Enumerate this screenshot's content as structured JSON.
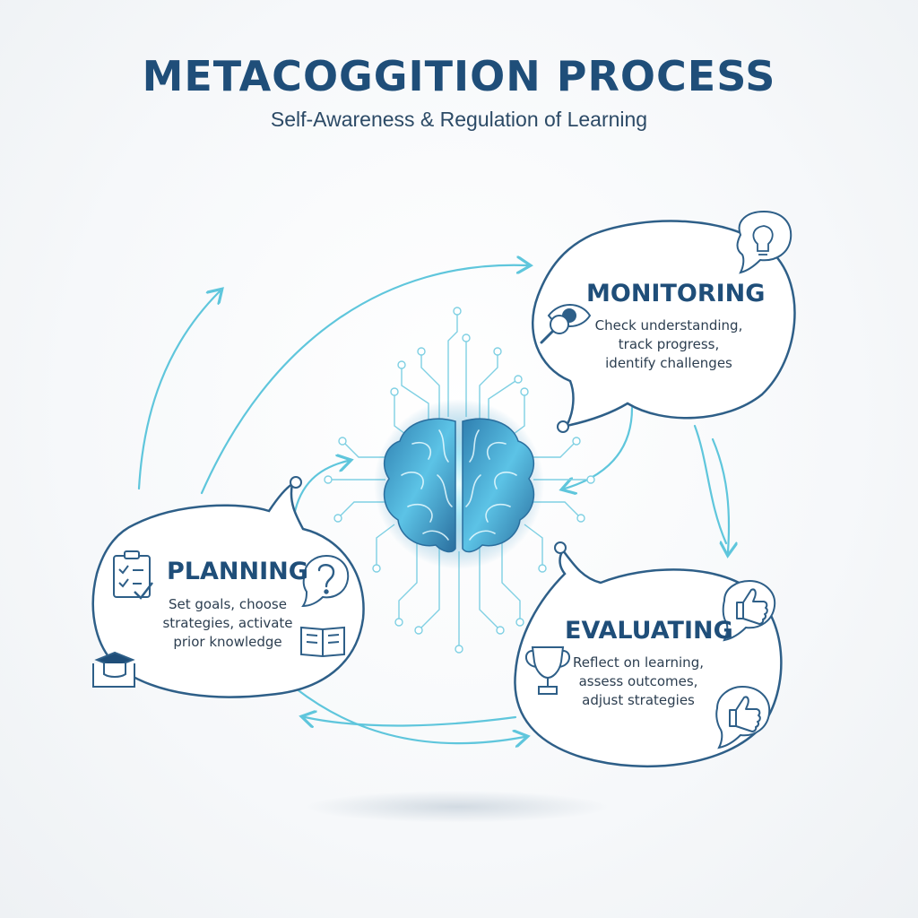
{
  "header": {
    "title": "METACOGGITION PROCESS",
    "subtitle": "Self-Awareness & Regulation of Learning"
  },
  "stages": {
    "monitoring": {
      "title": "MONITORING",
      "lines": [
        "Check understanding,",
        "track progress,",
        "identify challenges"
      ],
      "icons": [
        "eye-magnifier-icon",
        "lightbulb-icon"
      ]
    },
    "planning": {
      "title": "PLANNING",
      "lines": [
        "Set goals, choose",
        "strategies, activate",
        "prior knowledge"
      ],
      "icons": [
        "checklist-icon",
        "question-icon",
        "book-icon",
        "graduation-cap-icon"
      ]
    },
    "evaluating": {
      "title": "EVALUATING",
      "lines": [
        "Reflect on learning,",
        "assess outcomes,",
        "adjust strategies"
      ],
      "icons": [
        "trophy-icon",
        "thumbs-up-icon",
        "thumbs-up-icon"
      ]
    }
  },
  "colors": {
    "primary": "#1f4e79",
    "outline": "#2e5f88",
    "accent": "#5fc6dc",
    "brain": "#3a8fbf",
    "glow": "#bff0ff"
  }
}
